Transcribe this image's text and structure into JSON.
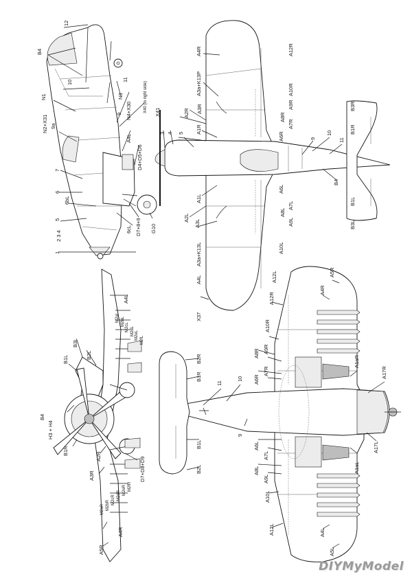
{
  "brand": "DIYMyModel",
  "side": {
    "l12": "12",
    "lB4": "B4",
    "l10": "10",
    "l11": "11",
    "lN1": "N1",
    "lN3": "N3",
    "lN4X30": "N4+X30",
    "lX40": "X40 (in right side)",
    "l9": "9",
    "lN2X31": "N2+X31",
    "l9a": "9a",
    "lX41": "X41",
    "lA4L": "A4L",
    "lD4": "D4+D5+D6",
    "l7": "7",
    "l6": "6",
    "l6bL": "6bL",
    "l5": "5",
    "l6cL": "6cL",
    "lD7": "D7+8+9",
    "lG10": "G10",
    "l234": "2 3 4",
    "l1": "1"
  },
  "top": {
    "lA4R": "A4R",
    "lA12R": "A12R",
    "lA3aR": "A3a+K13P",
    "lA10R": "A10R",
    "lA2R": "A2R",
    "lA3R": "A3R",
    "lA9R": "A9R",
    "lA8R": "A8R",
    "lA7R": "A7R",
    "lB3R": "B3R",
    "l3": "3",
    "l4": "4",
    "l5": "5",
    "lA1R": "A1R",
    "lA6R": "A6R",
    "l9": "9",
    "l10": "10",
    "lB1R": "B1R",
    "l11": "11",
    "lB4": "B4",
    "lA1L": "A1L",
    "lA6L": "A6L",
    "lB1L": "B1L",
    "lA2L": "A2L",
    "lA3L": "A3L",
    "lA8L": "A8L",
    "lA7L": "A7L",
    "lA9L": "A9L",
    "lB3L": "B3L",
    "lA3aL": "A3a+K13L",
    "lA10L": "A10L",
    "lA12L": "A12L",
    "lA4L": "A4L",
    "lX37": "X37"
  },
  "front": {
    "lA4L": "A4L",
    "lB3L": "B3L",
    "lB1L": "B1L",
    "lB2L": "B2L",
    "lB4": "B4",
    "lH3H4": "H3 + H4",
    "lB1R": "B1R",
    "lA2R": "A2R",
    "lA3R": "A3R",
    "lD7": "D7+D8+D9",
    "lA4R": "A4R",
    "lA5R": "A5R",
    "mL": [
      "M2aL",
      "M2bL",
      "M2cL",
      "M2dL",
      "M2eL",
      "M2fL"
    ],
    "mR": [
      "M2aR",
      "M2bR",
      "M2cR",
      "M2dR",
      "M2eR",
      "M2fR"
    ]
  },
  "bottom": {
    "lB2R": "B2R",
    "lB1R": "B1R",
    "l11": "11",
    "l10": "10",
    "lA8R": "A8R",
    "lA9R": "A9R",
    "lA6R": "A6R",
    "lA7R": "A7R",
    "lA10R": "A10R",
    "lA12R": "A12R",
    "lA4R": "A4R",
    "lA5R": "A5R",
    "lA1aR": "A1aR",
    "lA17R": "A17R",
    "l9": "9",
    "lB1L": "B1L",
    "lB2L": "B2L",
    "lA6L": "A6L",
    "lA7L": "A7L",
    "lA8L": "A8L",
    "lA9L": "A9L",
    "lA10L": "A10L",
    "lA12L": "A12L",
    "lA1aL": "A1aL",
    "lA17L": "A17L",
    "lA4L": "A4L",
    "lA5L": "A5L"
  }
}
